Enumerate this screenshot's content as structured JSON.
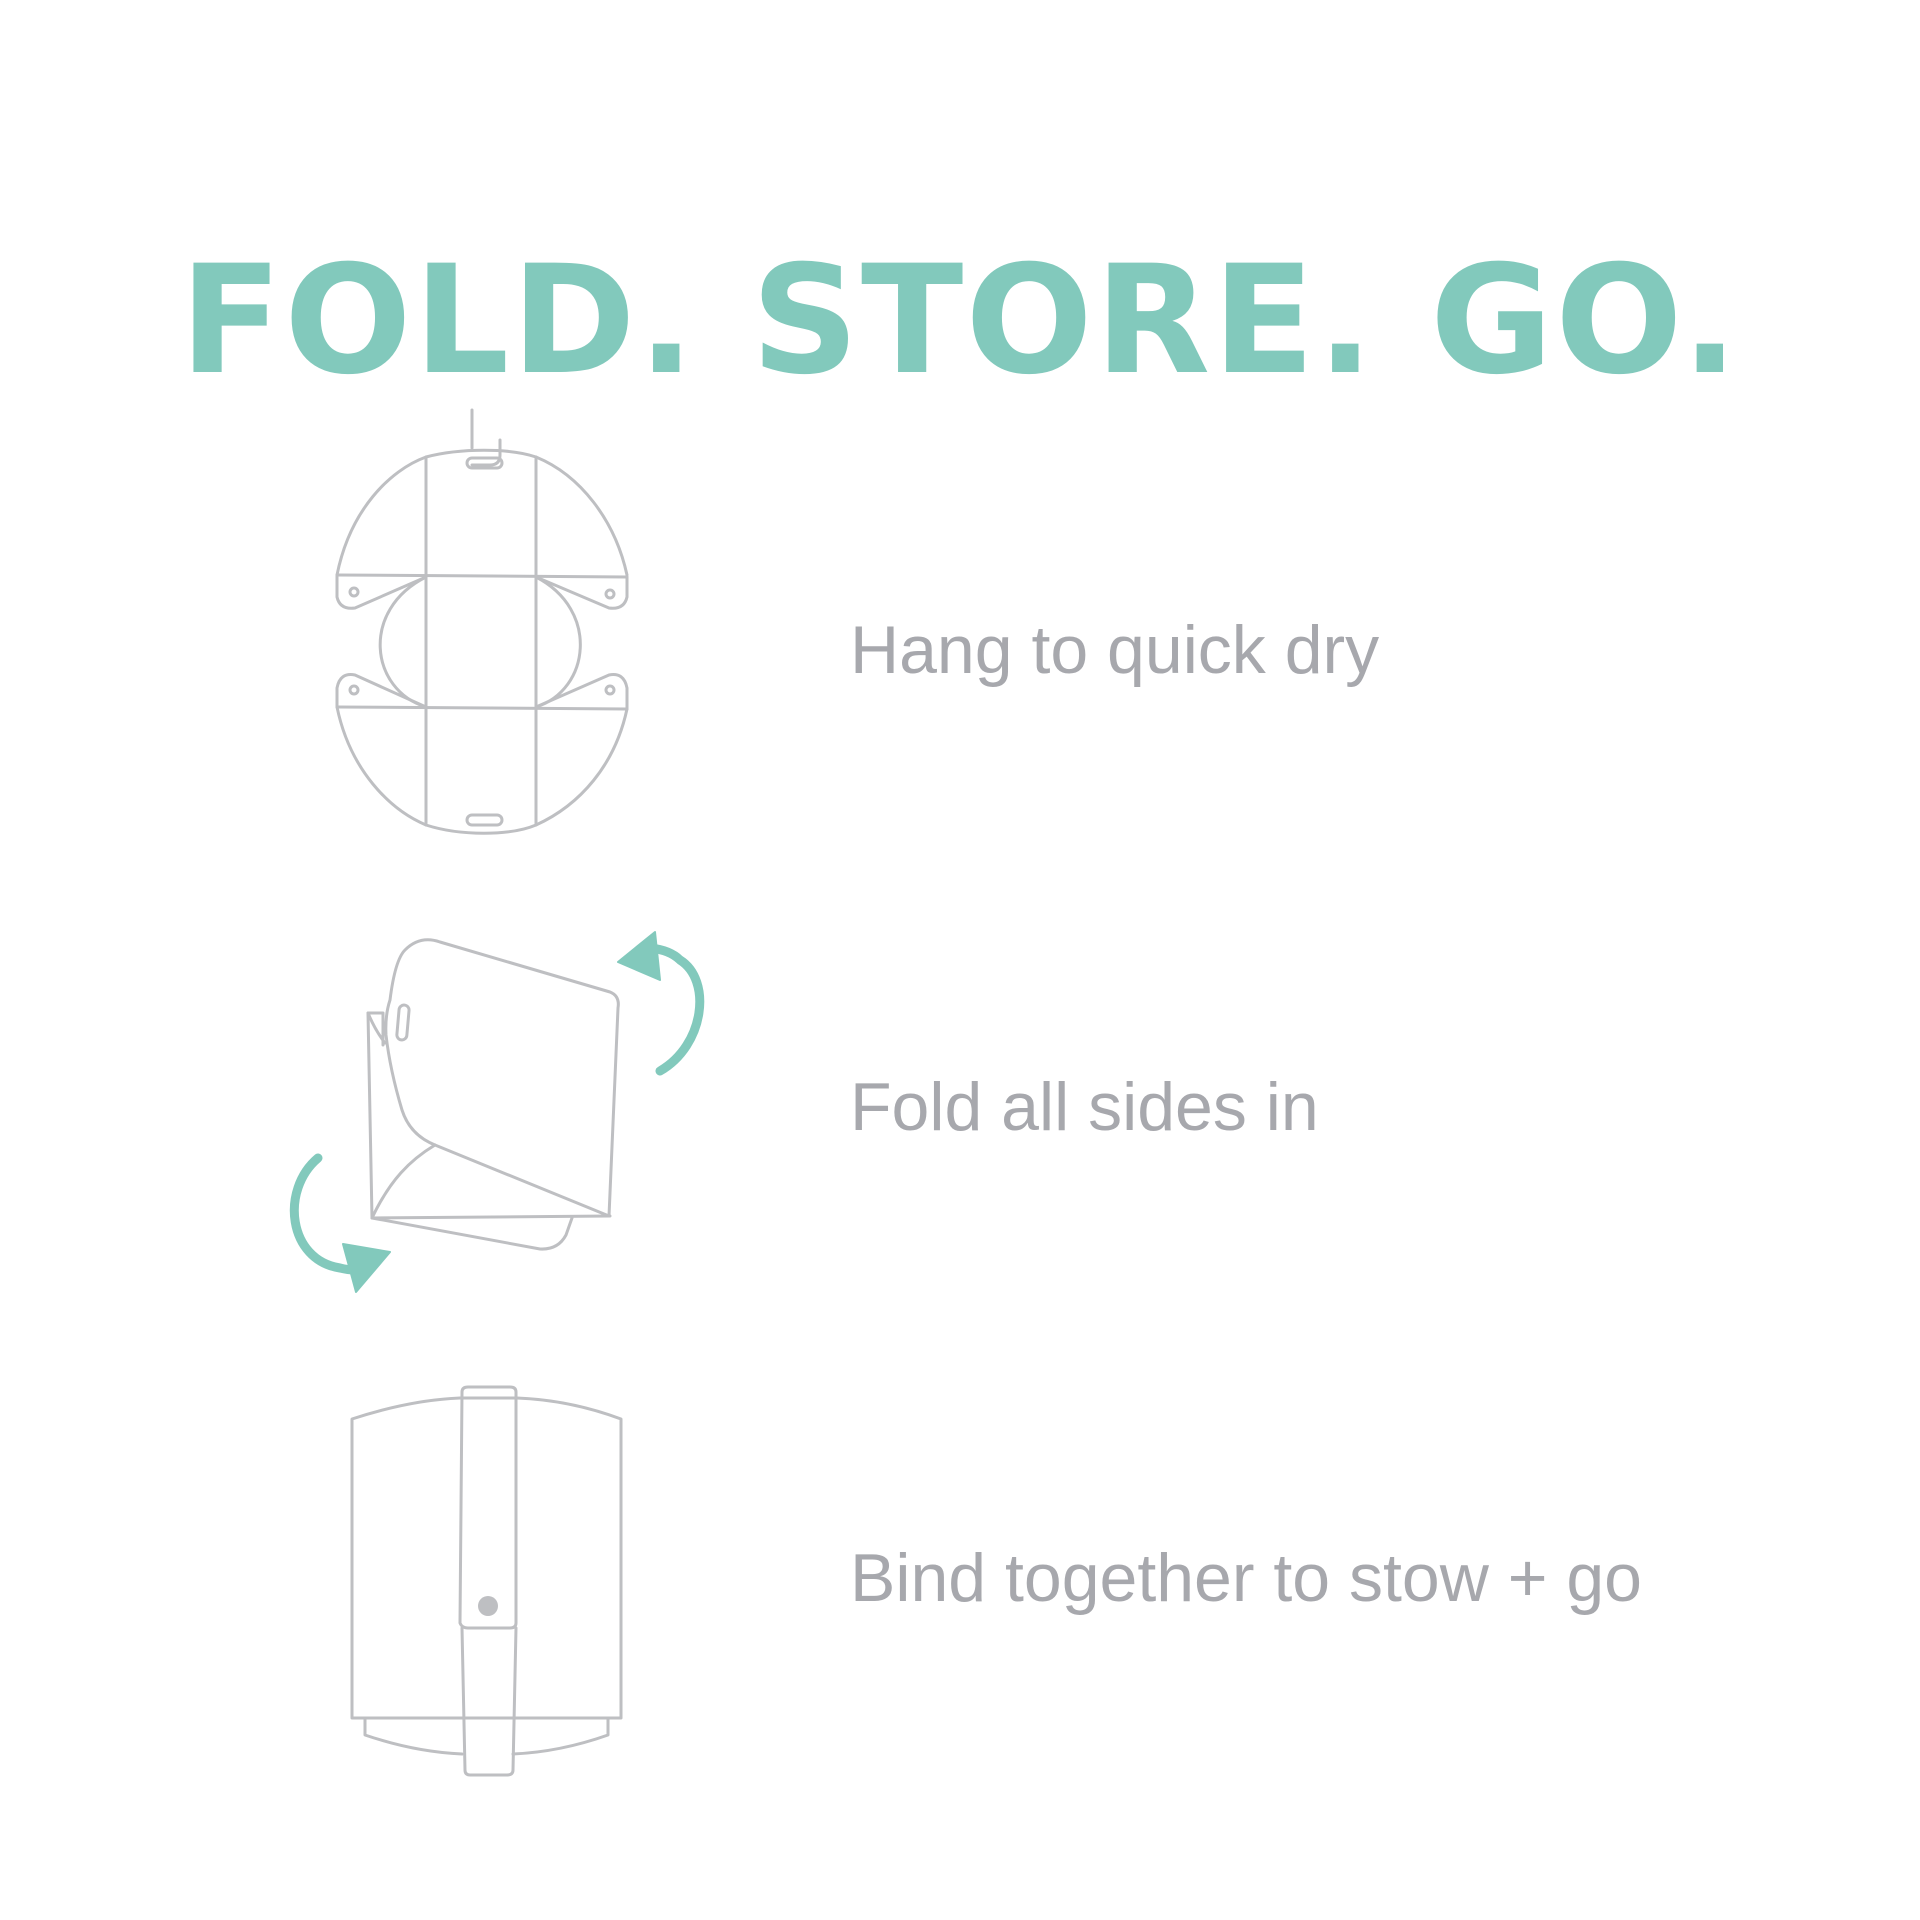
{
  "headline": "FOLD. STORE. GO.",
  "colors": {
    "accent": "#82c9bc",
    "text": "#a7a8ad",
    "line": "#bebfc2",
    "background": "#ffffff"
  },
  "steps": [
    {
      "icon": "hanging-mat-icon",
      "label": "Hang to quick dry"
    },
    {
      "icon": "folding-mat-icon",
      "label": "Fold all sides in"
    },
    {
      "icon": "bound-mat-icon",
      "label": "Bind together to stow + go"
    }
  ]
}
